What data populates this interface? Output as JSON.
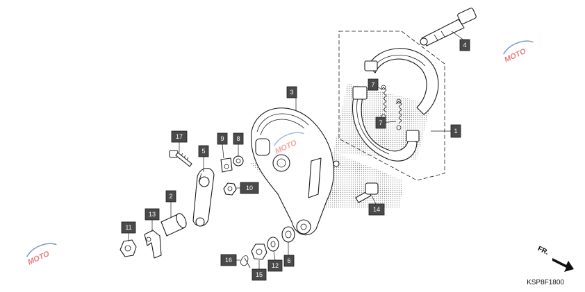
{
  "callouts": [
    {
      "id": "c1",
      "label": "1"
    },
    {
      "id": "c2",
      "label": "2"
    },
    {
      "id": "c3",
      "label": "3"
    },
    {
      "id": "c4",
      "label": "4"
    },
    {
      "id": "c5",
      "label": "5"
    },
    {
      "id": "c6",
      "label": "6"
    },
    {
      "id": "c7a",
      "label": "7"
    },
    {
      "id": "c7b",
      "label": "7"
    },
    {
      "id": "c8",
      "label": "8"
    },
    {
      "id": "c9",
      "label": "9"
    },
    {
      "id": "c10",
      "label": "10"
    },
    {
      "id": "c11",
      "label": "11"
    },
    {
      "id": "c12",
      "label": "12"
    },
    {
      "id": "c13",
      "label": "13"
    },
    {
      "id": "c14",
      "label": "14"
    },
    {
      "id": "c15",
      "label": "15"
    },
    {
      "id": "c16",
      "label": "16"
    },
    {
      "id": "c17",
      "label": "17"
    }
  ],
  "direction_label": "FR.",
  "diagram_code": "KSP8F1800",
  "watermark": {
    "text": "MOTO",
    "colors": {
      "primary": "#d83a3a",
      "secondary": "#3a5fbf"
    }
  },
  "colors": {
    "callout_fill": "#4a4a4a",
    "line": "#1a1a1a",
    "shading": "#bdbdbd"
  }
}
